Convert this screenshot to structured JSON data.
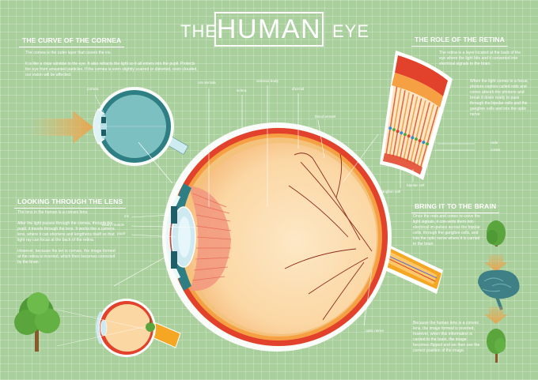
{
  "title": {
    "the": "THE",
    "main": "HUMAN",
    "eye": "EYE"
  },
  "cornea_section": {
    "heading": "THE CURVE OF THE CORNEA",
    "text": "The cornea is the outer layer that covers the iris.\n\nIt is like a clear window to the eye. It also refracts the light so it all enters into the pupil. Protects the eye from unwanted particles. If the cornea is even slightly scarred or distorted, even clouded, our vision will be affected.",
    "label": "cornea"
  },
  "lens_section": {
    "heading": "LOOKING THROUGH THE LENS",
    "text": "The lens in the human is a convex lens.\n\nAfter the light passes through the cornea, through the pupil, it travels through the lens. It works like a camera lens, where it can shortens and lengthens itself so that light ray can focus at the back of the retina.\n\nHowever, because the len is convex, the image formed at the retina is inverted, which then becomes corrected by the brain"
  },
  "retina_section": {
    "heading": "THE ROLE OF THE RETINA",
    "text1": "The retina is a layer located at the back of the eye where the light hits and it converted into electrical signals to the brain.",
    "text2": "When the light comes to a focus, photore-ceptors called rods and cones absorb the photons and break it down ready to pass through the bipolar cells and the ganglion cells and into the optic nerve",
    "labels": {
      "rods": "rods",
      "cones": "cones",
      "bipolar": "bipolar cell",
      "ganglion": "ganglion cell"
    }
  },
  "brain_section": {
    "heading": "BRING IT TO THE BRAIN",
    "text1": "Once the rods and cones re-ceive the light signals, it con-verts them into electrical im-pulses across the bipolar cells, through the ganglion cells, and into the optic nerve where it is carried to the brain.",
    "text2": "Because the human lens is a convex lens, the image formed is inverted, however, when this information is carried to the brain, the image becomes flipped and we then see the correct position of the image."
  },
  "eye_labels": {
    "ora_serrata": "ora serrata",
    "sclera": "sclera",
    "vitreous_body": "vitreous body",
    "choroid": "choroid",
    "blood_vessel": "blood vessel",
    "iris": "iris",
    "ciliary_muscle": "ciliary muscle",
    "pupil": "pupil",
    "optic_nerve": "optic nerve"
  },
  "colors": {
    "background": "#a9cf9c",
    "sclera_outline": "#e2422b",
    "eye_interior": "#fbd7a4",
    "lens": "#cfe9f0",
    "iris": "#1f6d7a",
    "optic_nerve": "#f5a623",
    "tree_green": "#5aa63c"
  }
}
